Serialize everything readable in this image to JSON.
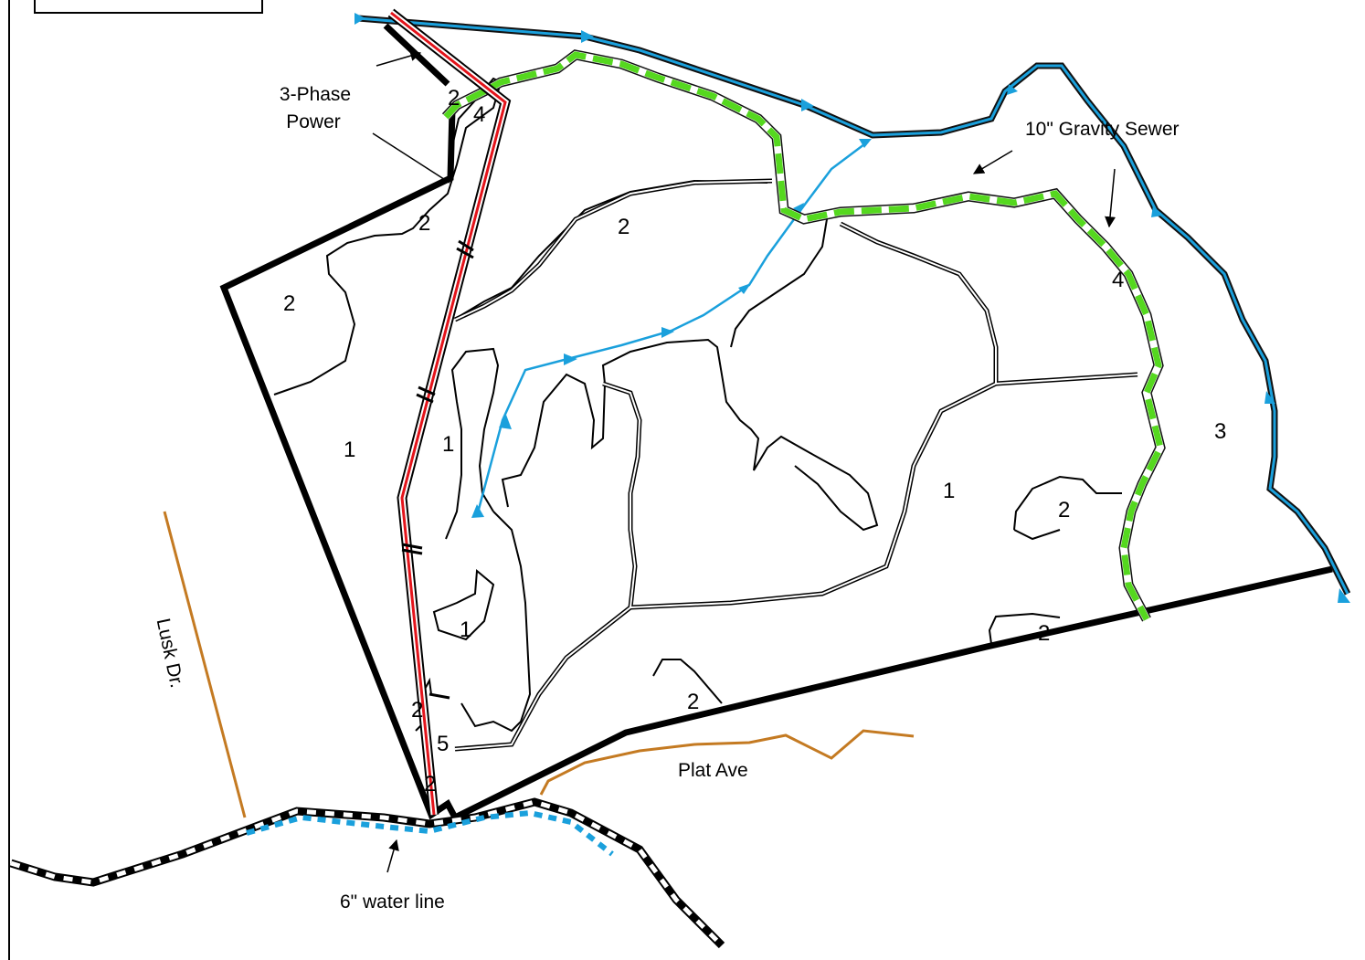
{
  "labels": {
    "three_phase_line1": "3-Phase",
    "three_phase_line2": "Power",
    "gravity_sewer": "10\" Gravity Sewer",
    "water_line": "6\" water line",
    "lusk_dr": "Lusk Dr.",
    "plat_ave": "Plat Ave"
  },
  "zones": [
    "2",
    "4",
    "2",
    "2",
    "2",
    "1",
    "1",
    "1",
    "1",
    "2",
    "4",
    "3",
    "2",
    "2",
    "2",
    "2",
    "5"
  ],
  "colors": {
    "boundary": "#000000",
    "stream": "#1aa0dc",
    "stream_dark": "#111111",
    "sewer_green": "#55d81f",
    "power_red": "#e4141b",
    "road_brown": "#c47a22",
    "water_blue": "#1aa0dc"
  },
  "icons": {
    "arrow": "arrow-icon",
    "flow": "flow-arrow-icon"
  }
}
